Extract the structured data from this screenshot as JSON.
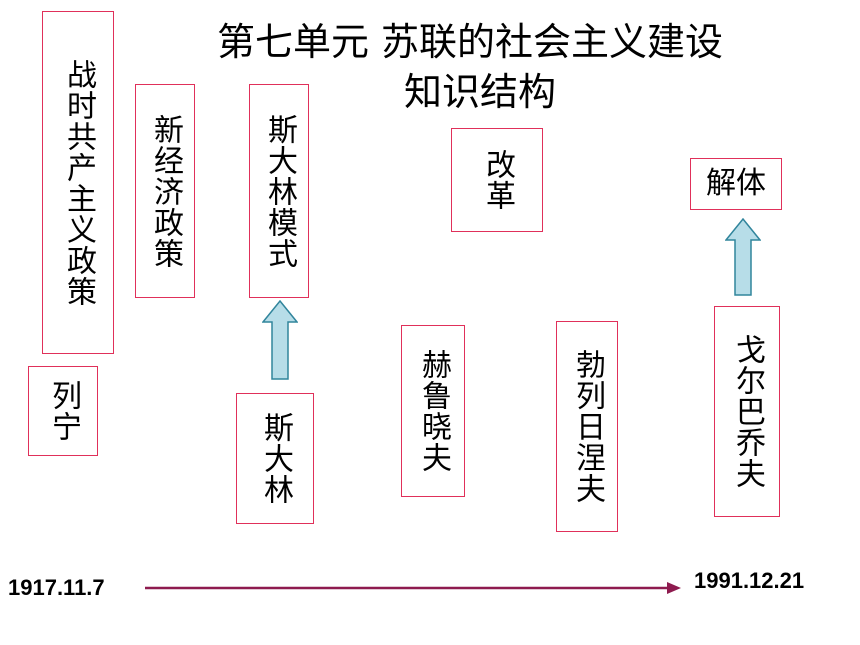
{
  "title": {
    "line1": "第七单元  苏联的社会主义建设",
    "line2": "知识结构"
  },
  "policies": {
    "zhanshi": "战时共产主义政策",
    "xinjingji": "新经济政策",
    "sidalin_moshi": "斯大林模式",
    "gaige": "改革",
    "jieti": "解体"
  },
  "leaders": {
    "liening": "列宁",
    "sidalin": "斯大林",
    "hexiao": "赫鲁晓夫",
    "bolie": "勃列日涅夫",
    "geerba": "戈尔巴乔夫"
  },
  "timeline": {
    "start": "1917.11.7",
    "end": "1991.12.21"
  },
  "colors": {
    "box_border": "#e0305a",
    "arrow_fill": "#b7dde8",
    "arrow_stroke": "#31859c",
    "timeline": "#8e1b4f"
  }
}
